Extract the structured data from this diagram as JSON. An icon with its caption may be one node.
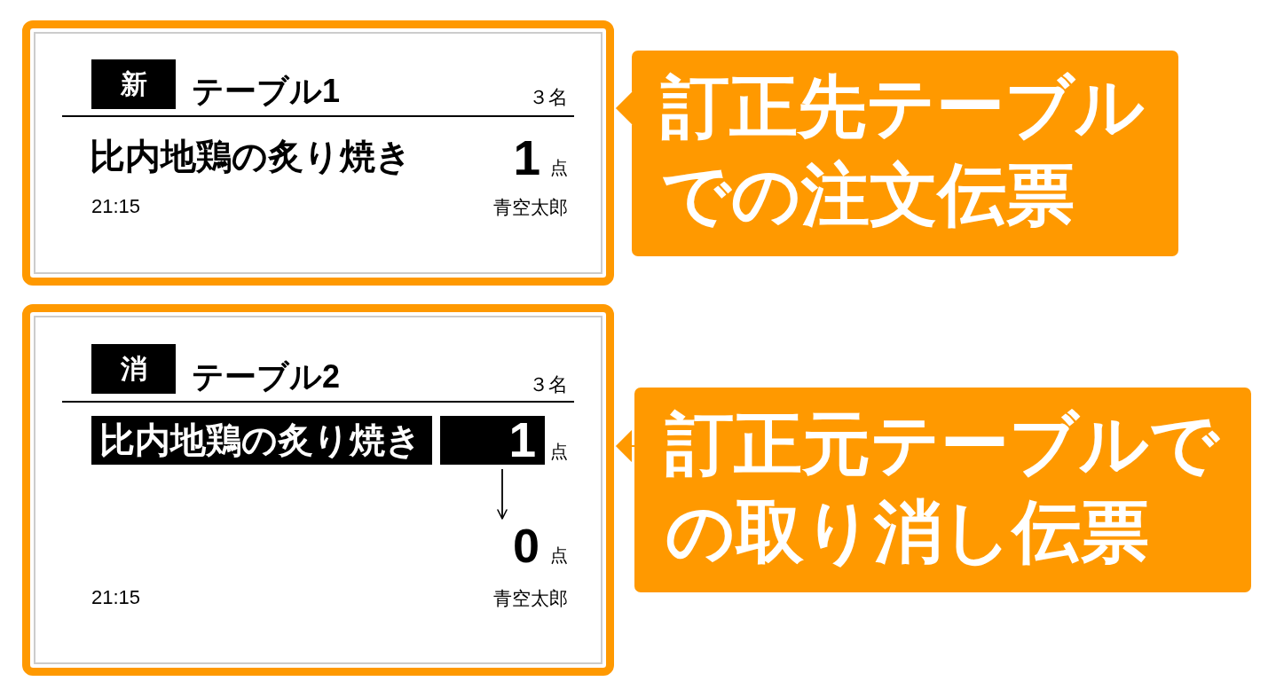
{
  "diagram": {
    "nodes": [
      {
        "text": [
          "テーブル1",
          "３名",
          "比内地鶏の炙り焼き",
          "1",
          "点",
          "21:15",
          "青空太郎"
        ]
      },
      {
        "text": [
          "新"
        ],
        "in": 0
      },
      {
        "text": [
          "訂正先テーブルでの注文伝票"
        ]
      },
      {
        "text": [
          "テーブル2",
          "３名",
          "点",
          "点",
          "21:15",
          "青空太郎"
        ]
      },
      {
        "text": [
          "消"
        ],
        "in": 3
      },
      {
        "text": [
          "比内地鶏の炙り焼き"
        ],
        "in": 3
      },
      {
        "text": [
          "1"
        ],
        "in": 3
      },
      {
        "text": [
          "0"
        ],
        "in": 3
      },
      {
        "text": [
          "訂正元テーブルでの取り消し伝票"
        ]
      }
    ],
    "edges": [
      {
        "from": 2,
        "to": 0,
        "arrow": "to"
      },
      {
        "from": 6,
        "to": 7,
        "arrow": "to",
        "color": "#000000"
      },
      {
        "from": 8,
        "to": 3,
        "arrow": "to"
      }
    ]
  }
}
